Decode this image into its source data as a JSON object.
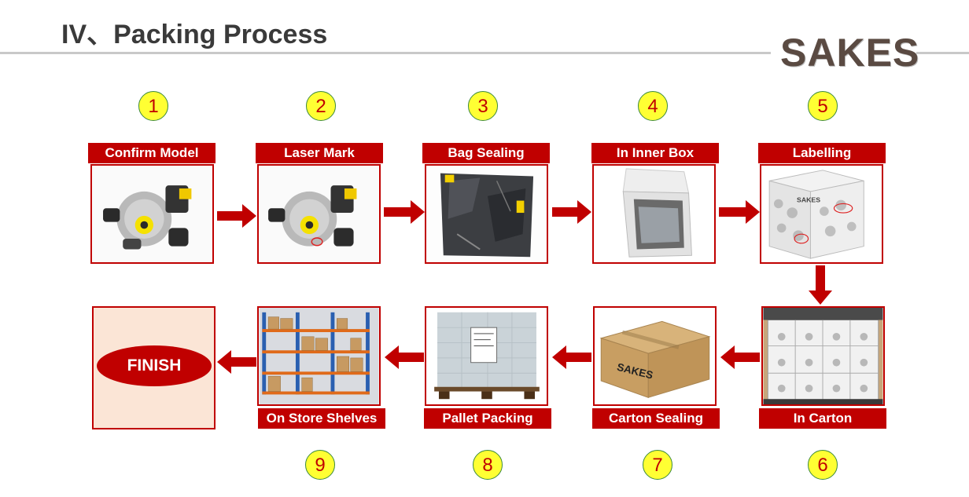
{
  "header": {
    "title": "IV、Packing Process",
    "logo_text": "SAKES"
  },
  "steps": [
    {
      "number": "1",
      "label": "Confirm Model"
    },
    {
      "number": "2",
      "label": "Laser Mark"
    },
    {
      "number": "3",
      "label": "Bag Sealing"
    },
    {
      "number": "4",
      "label": "In Inner Box"
    },
    {
      "number": "5",
      "label": "Labelling"
    },
    {
      "number": "6",
      "label": "In Carton"
    },
    {
      "number": "7",
      "label": "Carton Sealing"
    },
    {
      "number": "8",
      "label": "Pallet Packing"
    },
    {
      "number": "9",
      "label": "On Store Shelves"
    }
  ],
  "finish": {
    "label": "FINISH"
  },
  "images": {
    "box_logo_text": "SAKES",
    "carton_logo_text": "SAKES"
  },
  "colors": {
    "accent": "#c00000",
    "badge_fill": "#ffff33",
    "finish_bg": "#fbe5d6",
    "rule": "#c9c9c9"
  }
}
